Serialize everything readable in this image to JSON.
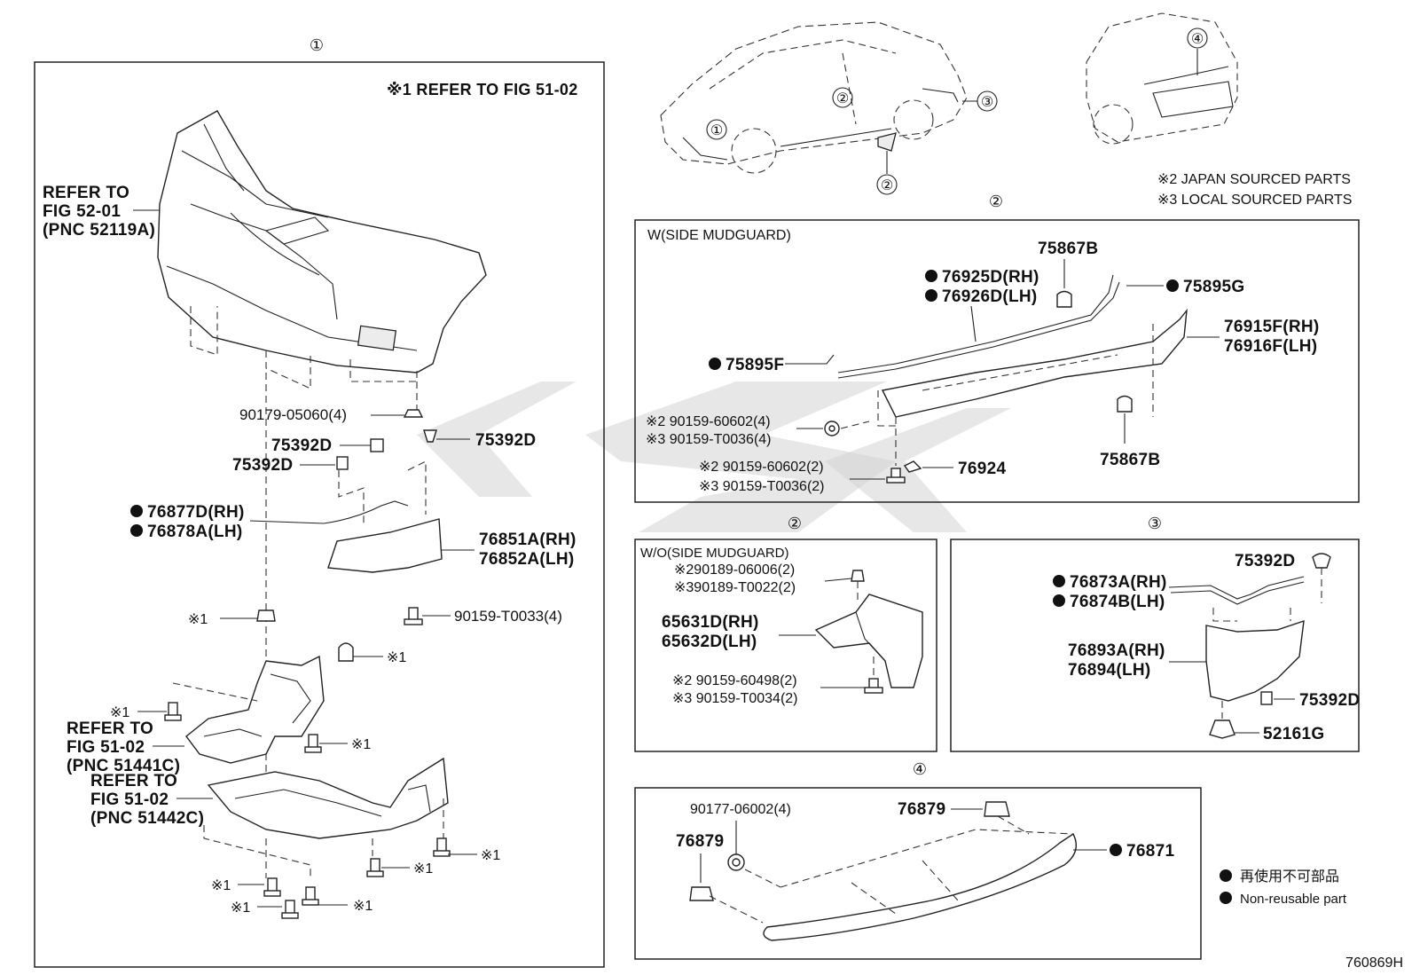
{
  "sections": {
    "s1": "①",
    "s2a": "②",
    "s2b": "②",
    "s3": "③",
    "s4": "④"
  },
  "overview_callouts": {
    "c1": "①",
    "c2a": "②",
    "c2b": "②",
    "c3": "③",
    "c4": "④"
  },
  "notes": {
    "refer_fig": "※1 REFER TO FIG 51-02",
    "japan_sourced": "※2 JAPAN SOURCED PARTS",
    "local_sourced": "※3 LOCAL SOURCED PARTS"
  },
  "panel1": {
    "refer_a": [
      "REFER TO",
      "FIG 52-01",
      "(PNC 52119A)"
    ],
    "refer_b": [
      "REFER TO",
      "FIG 51-02",
      "(PNC 51441C)"
    ],
    "refer_c": [
      "REFER TO",
      "FIG 51-02",
      "(PNC 51442C)"
    ],
    "p_90179": "90179-05060(4)",
    "p_75392d_a": "75392D",
    "p_75392d_b": "75392D",
    "p_75392d_c": "75392D",
    "p_76877": "76877D(RH)",
    "p_76878": "76878A(LH)",
    "p_76851": "76851A(RH)",
    "p_76852": "76852A(LH)",
    "p_90159_t0033": "90159-T0033(4)",
    "x1_clip": "※1",
    "x1_a": "※1",
    "x1_b": "※1",
    "x1_c": "※1",
    "x1_d": "※1",
    "x1_e": "※1",
    "x1_f": "※1",
    "x1_g": "※1",
    "x1_h": "※1"
  },
  "panel2a": {
    "header": "W(SIDE MUDGUARD)",
    "p_75867b_top": "75867B",
    "p_76925": "76925D(RH)",
    "p_76926": "76926D(LH)",
    "p_75895g": "75895G",
    "p_76915": "76915F(RH)",
    "p_76916": "76916F(LH)",
    "p_75895f": "75895F",
    "p_x2_60602_4": "※2 90159-60602(4)",
    "p_x3_t0036_4": "※3 90159-T0036(4)",
    "p_x2_60602_2": "※2 90159-60602(2)",
    "p_x3_t0036_2": "※3 90159-T0036(2)",
    "p_76924": "76924",
    "p_75867b_bot": "75867B"
  },
  "panel2b": {
    "header": "W/O(SIDE MUDGUARD)",
    "p_x2_06006": "※290189-06006(2)",
    "p_x3_t0022": "※390189-T0022(2)",
    "p_65631": "65631D(RH)",
    "p_65632": "65632D(LH)",
    "p_x2_60498": "※2 90159-60498(2)",
    "p_x3_t0034": "※3 90159-T0034(2)"
  },
  "panel3": {
    "p_75392d_top": "75392D",
    "p_76873": "76873A(RH)",
    "p_76874": "76874B(LH)",
    "p_76893": "76893A(RH)",
    "p_76894": "76894(LH)",
    "p_75392d_bot": "75392D",
    "p_52161g": "52161G"
  },
  "panel4": {
    "p_90177": "90177-06002(4)",
    "p_76879_a": "76879",
    "p_76879_b": "76879",
    "p_76871": "76871"
  },
  "legend": {
    "non_reusable_jp": "再使用不可部品",
    "non_reusable_en": "Non-reusable part"
  },
  "diagram_id": "760869H"
}
